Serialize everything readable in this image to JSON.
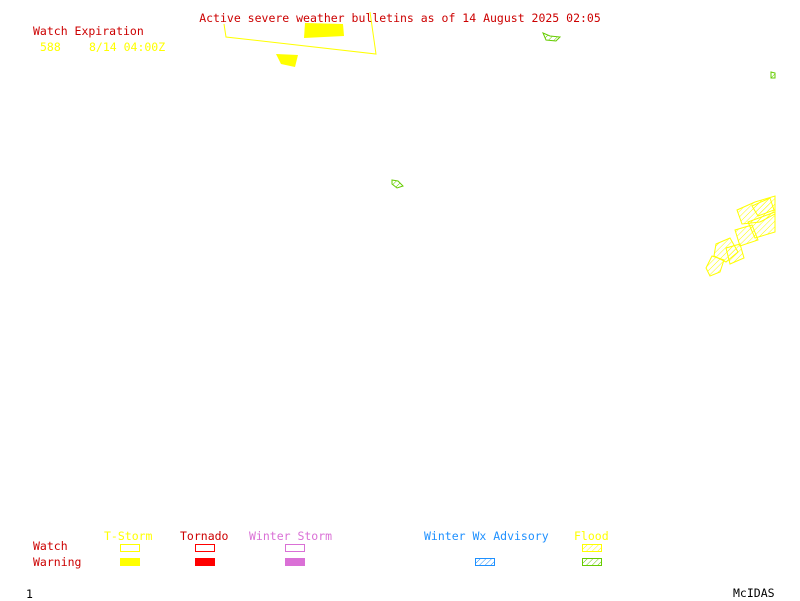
{
  "header": {
    "title": "Active severe weather bulletins as of 14 August 2025 02:05"
  },
  "watch_expiration": {
    "heading": "Watch Expiration",
    "entries": [
      {
        "id": "588",
        "time": "8/14 04:00Z"
      }
    ]
  },
  "legend": {
    "row_labels": {
      "watch": "Watch",
      "warning": "Warning"
    },
    "categories": [
      {
        "key": "tstorm",
        "label": "T-Storm",
        "color": "#ffff00"
      },
      {
        "key": "tornado",
        "label": "Tornado",
        "color": "#ff0000"
      },
      {
        "key": "winter_storm",
        "label": "Winter Storm",
        "color": "#da70d6"
      },
      {
        "key": "winter_wx",
        "label": "Winter Wx Advisory",
        "color": "#1e90ff"
      },
      {
        "key": "flood",
        "label": "Flood",
        "color": "#66cc00"
      }
    ],
    "label_color": "#cc0000"
  },
  "footer": {
    "frame_number": "1",
    "software": "McIDAS"
  }
}
